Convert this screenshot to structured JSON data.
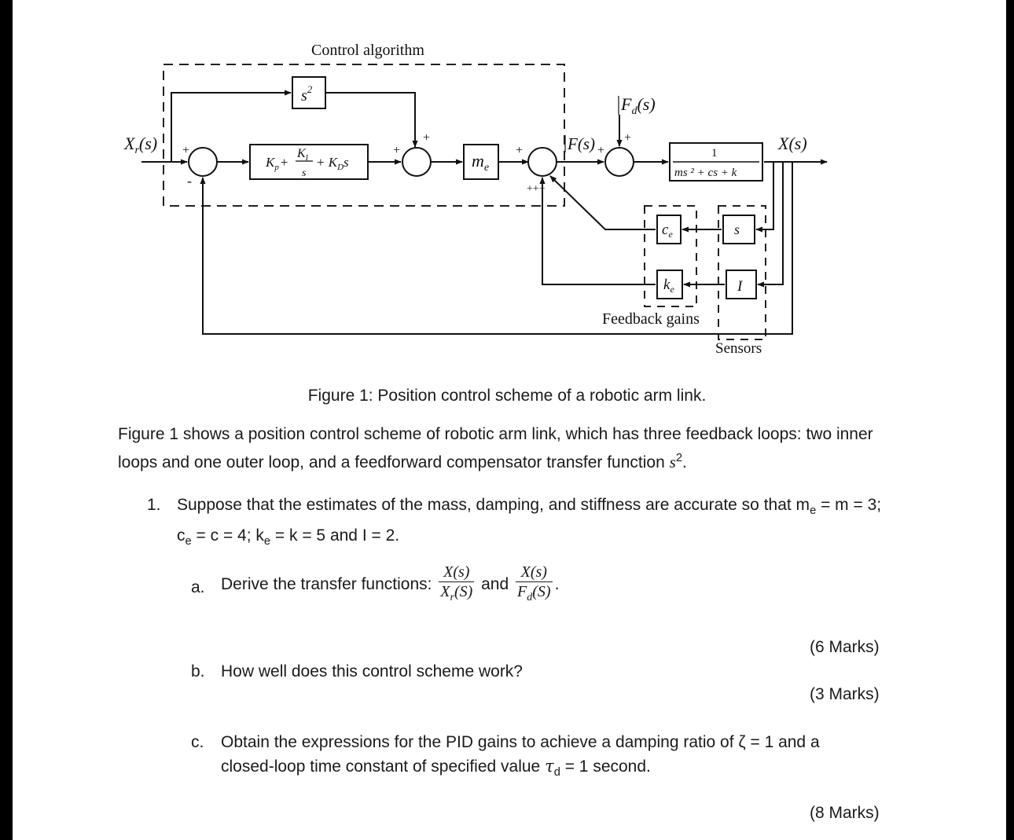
{
  "figure": {
    "control_algorithm_label": "Control algorithm",
    "feedback_gains_label": "Feedback gains",
    "sensors_label": "Sensors",
    "feedforward_block": "s",
    "feedforward_sup": "2",
    "input_label": "X",
    "input_sub": "r",
    "input_arg": "(s)",
    "pid_kp": "K",
    "pid_kp_sub": "p",
    "pid_ki": "K",
    "pid_ki_sub": "I",
    "pid_s": "s",
    "pid_kd": "+ K",
    "pid_kd_sub": "D",
    "pid_kd_s": "s",
    "pid_plus": "+",
    "me_block": "m",
    "me_sub": "e",
    "force_label": "F(s)",
    "disturbance_label": "F",
    "disturbance_sub": "d",
    "disturbance_arg": "(s)",
    "plant_num": "1",
    "plant_den": "ms ² + cs + k",
    "output_label": "X(s)",
    "ce_block": "c",
    "ce_sub": "e",
    "ke_block": "k",
    "ke_sub": "e",
    "sensor_s": "s",
    "sensor_i": "I",
    "plus": "+",
    "minus": "-",
    "plus_triple": "+++"
  },
  "caption": "Figure 1: Position control scheme of a robotic arm link.",
  "paragraph": "Figure 1 shows a position control scheme of robotic arm link, which has three feedback loops: two inner loops and one outer loop, and a feedforward compensator transfer function ",
  "paragraph_fn": "s",
  "paragraph_sup": "2",
  "paragraph_end": ".",
  "question1": {
    "number": "1.",
    "text_a": "Suppose that the estimates of the mass, damping, and stiffness are accurate so that m",
    "sub_e1": "e",
    "text_b": " = m = 3; c",
    "sub_e2": "e",
    "text_c": " = c = 4; k",
    "sub_e3": "e",
    "text_d": " = k = 5 and I = 2."
  },
  "part_a": {
    "label": "a.",
    "text": "Derive the transfer functions: ",
    "frac1_num": "X(s)",
    "frac1_den_a": "X",
    "frac1_den_sub": "r",
    "frac1_den_b": "(S)",
    "and": " and ",
    "frac2_num": "X(s)",
    "frac2_den_a": "F",
    "frac2_den_sub": "d",
    "frac2_den_b": "(S)",
    "end": "."
  },
  "marks_a": "(6 Marks)",
  "part_b": {
    "label": "b.",
    "text": "How well does this control scheme work?"
  },
  "marks_b": "(3 Marks)",
  "part_c": {
    "label": "c.",
    "line1": "Obtain the expressions for the PID gains to achieve a damping ratio of ζ = 1 and a",
    "line2_a": "closed-loop time constant of specified value ",
    "tau": "τ",
    "tau_sub": "d",
    "line2_b": " = 1 second."
  },
  "marks_c": "(8 Marks)"
}
